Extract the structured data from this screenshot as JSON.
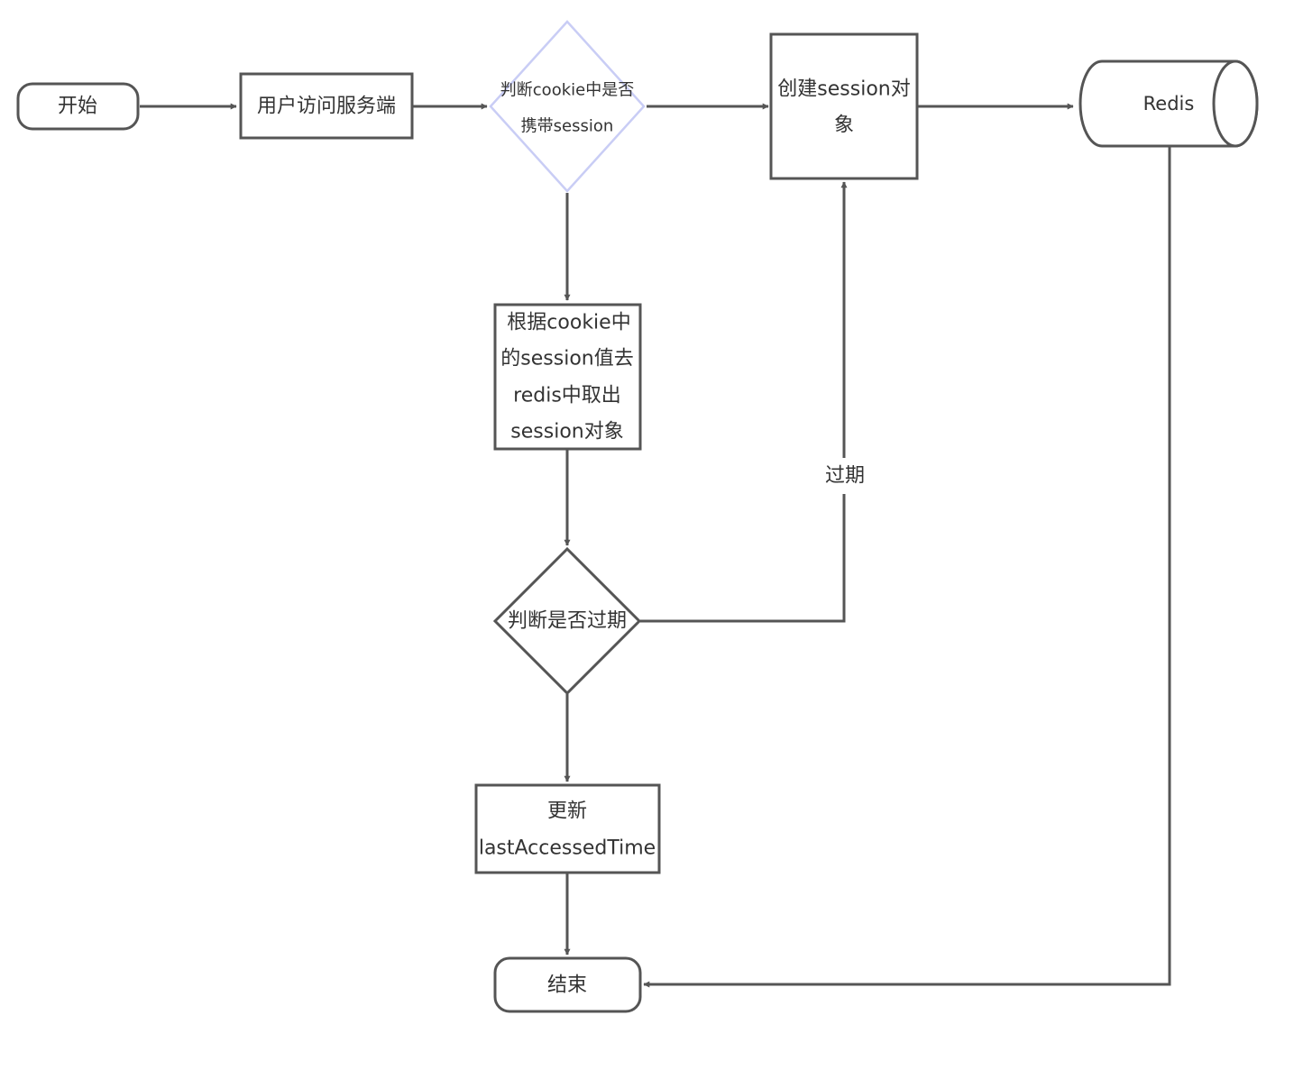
{
  "nodes": {
    "start": "开始",
    "user_access": "用户访问服务端",
    "check_cookie": [
      "判断cookie中是否",
      "携带session"
    ],
    "create_session": [
      "创建session对",
      "象"
    ],
    "redis": "Redis",
    "fetch_session": [
      "根据cookie中",
      "的session值去",
      "redis中取出",
      "session对象"
    ],
    "check_expired": "判断是否过期",
    "update_time": [
      "更新",
      "lastAccessedTime"
    ],
    "end": "结束"
  },
  "edges": {
    "expired_label": "过期"
  }
}
